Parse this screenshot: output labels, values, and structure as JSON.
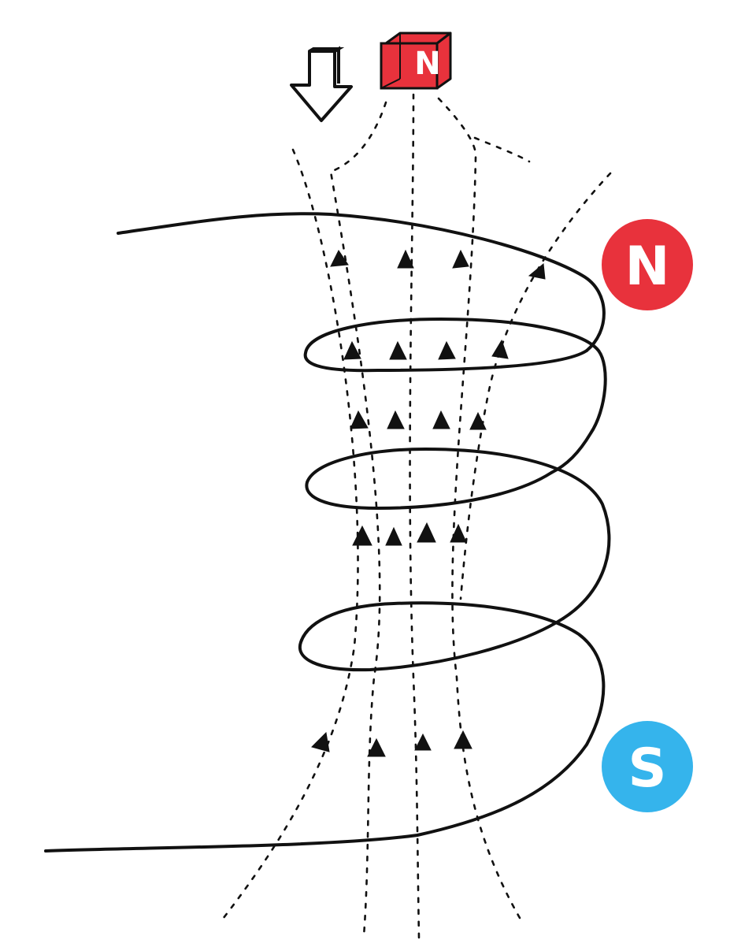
{
  "magnet": {
    "pole_label": "N",
    "color": "#e8323c",
    "icon": "bar-magnet-icon"
  },
  "motion": {
    "icon": "down-arrow-icon"
  },
  "coil_poles": {
    "north": {
      "label": "N",
      "color": "#e8323c"
    },
    "south": {
      "label": "S",
      "color": "#35b4ec"
    }
  },
  "colors": {
    "line": "#111111",
    "background": "#ffffff"
  }
}
